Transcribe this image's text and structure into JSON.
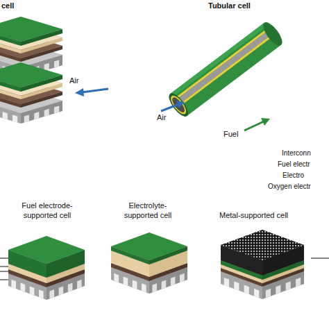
{
  "diagram": {
    "labels": [
      "cell",
      "Air",
      "Tubular cell",
      "Air",
      "Fuel",
      "Interconn",
      "Fuel electr",
      "Electro",
      "Oxygen electr",
      "Fuel electrode- supported cell",
      "Electrolyte- supported cell",
      "Metal-supported cell"
    ]
  }
}
